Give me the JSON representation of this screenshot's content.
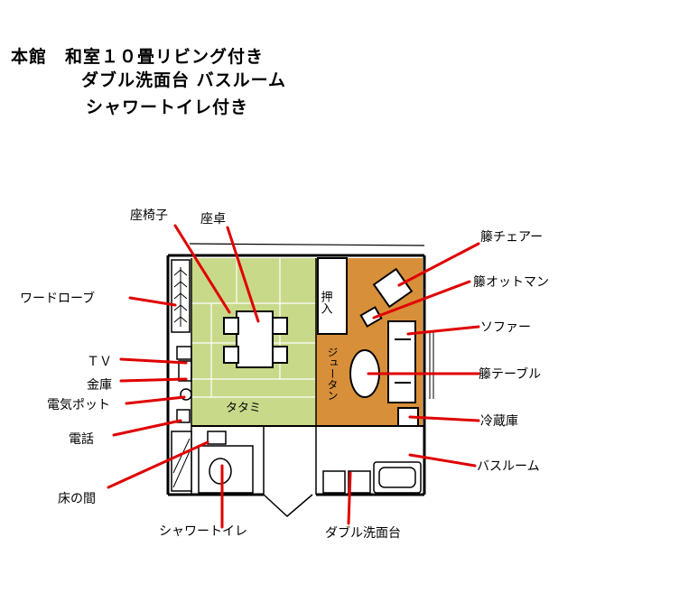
{
  "title": {
    "line1": "本館　和室１０畳リビング付き",
    "line2": "ダブル洗面台 バスルーム",
    "line3": "シャワートイレ付き"
  },
  "labels": {
    "zaisu": "座椅子",
    "zataku": "座卓",
    "wardrobe": "ワードローブ",
    "tv": "ＴＶ",
    "safe": "金庫",
    "pot": "電気ポット",
    "phone": "電話",
    "tokonoma": "床の間",
    "toilet": "シャワートイレ",
    "washbasin": "ダブル洗面台",
    "rattan_chair": "籐チェアー",
    "rattan_ottoman": "籐オットマン",
    "sofa": "ソファー",
    "rattan_table": "籐テーブル",
    "fridge": "冷蔵庫",
    "bathroom": "バスルーム"
  },
  "room_text": {
    "tatami": "タタミ",
    "oshiire": "押入",
    "jutan": "ジュータン"
  },
  "colors": {
    "tatami": "#c9d98a",
    "carpet": "#d88f3a",
    "pointer": "#e00000",
    "wall": "#000000"
  }
}
